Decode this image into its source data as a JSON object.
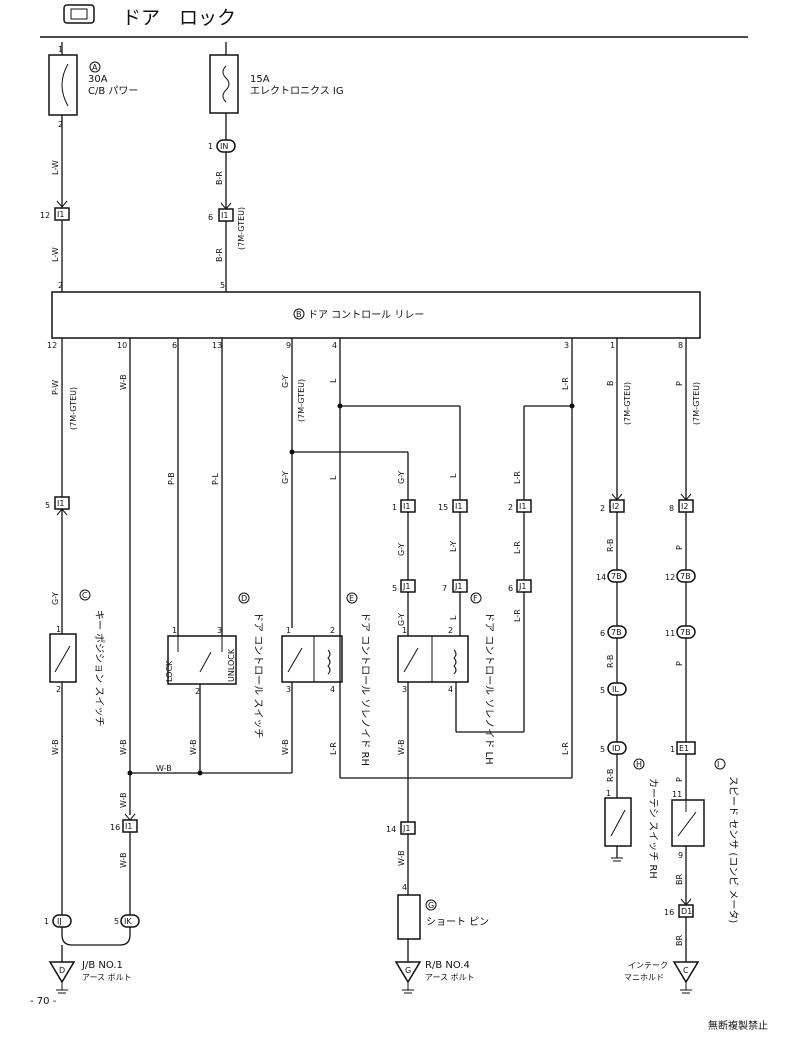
{
  "header": {
    "title": "ドア　ロック",
    "icon": "lock-icon"
  },
  "page_number": "- 70 -",
  "copyright": "無断複製禁止",
  "components": {
    "A": {
      "mark": "A",
      "label_rating": "30A",
      "label_name": "C/B パワー"
    },
    "fuse15": {
      "label_rating": "15A",
      "label_name": "エレクトロニクス IG"
    },
    "B": {
      "mark": "B",
      "label": "ドア コントロール リレー"
    },
    "C": {
      "mark": "C",
      "label": "キー ポジション スイッチ"
    },
    "D": {
      "mark": "D",
      "label": "ドア コントロール スイッチ",
      "lock": "LOCK",
      "unlock": "UNLOCK"
    },
    "E": {
      "mark": "E",
      "label": "ドア コントロール ソレノイド RH"
    },
    "F": {
      "mark": "F",
      "label": "ドア コントロール ソレノイド LH"
    },
    "G": {
      "mark": "G",
      "label": "ショート ピン"
    },
    "H": {
      "mark": "H",
      "label": "カーテシ スイッチ RH"
    },
    "I": {
      "mark": "I",
      "label": "スピード センサ (コンビ メータ)"
    }
  },
  "grounds": [
    {
      "mark": "D",
      "label1": "J/B NO.1",
      "label2": "アース ボルト"
    },
    {
      "mark": "G",
      "label1": "R/B NO.4",
      "label2": "アース ボルト"
    },
    {
      "mark": "C",
      "label1": "インテーク",
      "label2": "マニホルド"
    }
  ],
  "variant_note": "(7M-GTEU)",
  "wire_colors": {
    "lw": "L-W",
    "br": "B-R",
    "pw": "P-W",
    "wb": "W-B",
    "pb": "P-B",
    "pl": "P-L",
    "gy": "G-Y",
    "l": "L",
    "lr": "L-R",
    "b": "B",
    "p": "P",
    "rb": "R-B",
    "ly": "L-Y",
    "brn": "BR"
  },
  "connectors": {
    "I1": "I1",
    "I2": "I2",
    "J1": "J1",
    "IJ": "IJ",
    "IK": "IK",
    "IN": "IN",
    "IL": "IL",
    "ID": "ID",
    "D1": "D1",
    "E1": "E1",
    "7B": "7B"
  },
  "pins": {
    "p1": "1",
    "p2": "2",
    "p3": "3",
    "p4": "4",
    "p5": "5",
    "p6": "6",
    "p7": "7",
    "p8": "8",
    "p9": "9",
    "p10": "10",
    "p11": "11",
    "p12": "12",
    "p13": "13",
    "p14": "14",
    "p15": "15",
    "p16": "16"
  }
}
